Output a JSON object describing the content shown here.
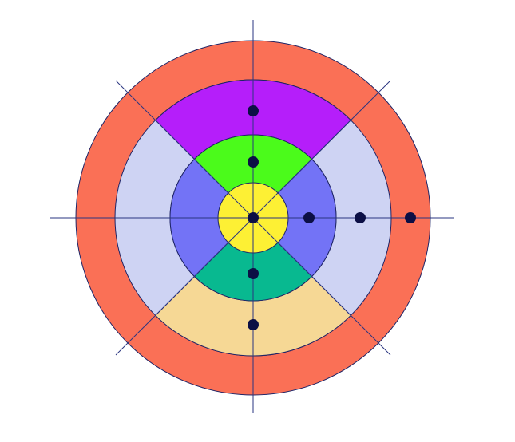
{
  "diagram": {
    "rings": [
      {
        "name": "outer-ring",
        "color": "#FA7056"
      },
      {
        "name": "ring-3",
        "color": "#CED3F3"
      },
      {
        "name": "ring-2",
        "color": "#7373F6"
      },
      {
        "name": "center-disc",
        "color": "#FDF034"
      }
    ],
    "sectors": [
      {
        "name": "sector-top-outer",
        "ring": "ring-3",
        "quadrant": "top",
        "color": "#B51EFA"
      },
      {
        "name": "sector-bottom-outer",
        "ring": "ring-3",
        "quadrant": "bottom",
        "color": "#F6D895"
      },
      {
        "name": "sector-top-inner",
        "ring": "ring-2",
        "quadrant": "top",
        "color": "#4BFB1B"
      },
      {
        "name": "sector-bottom-inner",
        "ring": "ring-2",
        "quadrant": "bottom",
        "color": "#08B990"
      }
    ],
    "stroke_color": "#1E2466",
    "point_color": "#0C0F45",
    "axis_color": "#2A3580",
    "points": [
      {
        "name": "point-center",
        "ring": 0,
        "direction": "center"
      },
      {
        "name": "point-top-inner",
        "ring": 2,
        "direction": "up"
      },
      {
        "name": "point-top-outer",
        "ring": 3,
        "direction": "up"
      },
      {
        "name": "point-bottom-inner",
        "ring": 2,
        "direction": "down"
      },
      {
        "name": "point-bottom-outer",
        "ring": 3,
        "direction": "down"
      },
      {
        "name": "point-right-1",
        "ring": 2,
        "direction": "right"
      },
      {
        "name": "point-right-2",
        "ring": 3,
        "direction": "right"
      },
      {
        "name": "point-right-3",
        "ring": 4,
        "direction": "right"
      }
    ]
  }
}
